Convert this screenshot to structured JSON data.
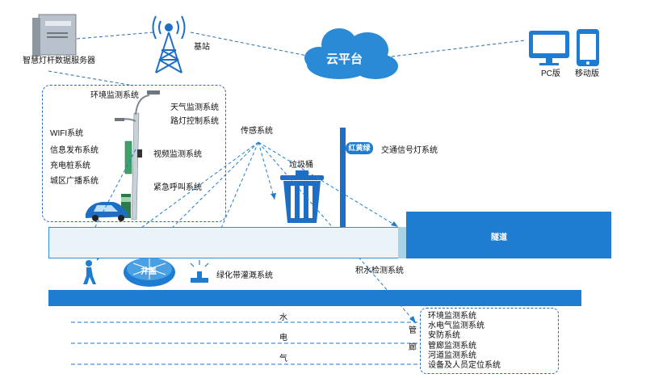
{
  "nodes": {
    "server": "智慧灯杆数据服务器",
    "base_station": "基站",
    "cloud": "云平台",
    "pc": "PC版",
    "mobile": "移动版",
    "sensor": "传感系统",
    "trash": "垃圾桶",
    "traffic": "交通信号灯系统",
    "traffic_badge": "红黄绿",
    "tunnel": "隧道",
    "water_detect": "积水检测系统",
    "green_irrigation": "绿化带灌溉系统",
    "manhole": "井盖"
  },
  "pole_labels": {
    "env": "环境监测系统",
    "weather": "天气监测系统",
    "street_light": "路灯控制系统",
    "wifi": "WIFI系统",
    "info": "信息发布系统",
    "charge": "充电桩系统",
    "broadcast": "城区广播系统",
    "video": "视频监测系统",
    "emergency": "紧急呼叫系统"
  },
  "pipes": {
    "water": "水",
    "electric": "电",
    "gas": "气",
    "corridor_1": "管",
    "corridor_2": "廊"
  },
  "corridor_systems": [
    "环境监测系统",
    "水电气监测系统",
    "安防系统",
    "管廊监测系统",
    "河道监测系统",
    "设备及人员定位系统"
  ],
  "colors": {
    "primary_blue": "#1e7dd1",
    "line_blue": "#2a6bb5",
    "cloud_blue": "#2b8ad6"
  }
}
